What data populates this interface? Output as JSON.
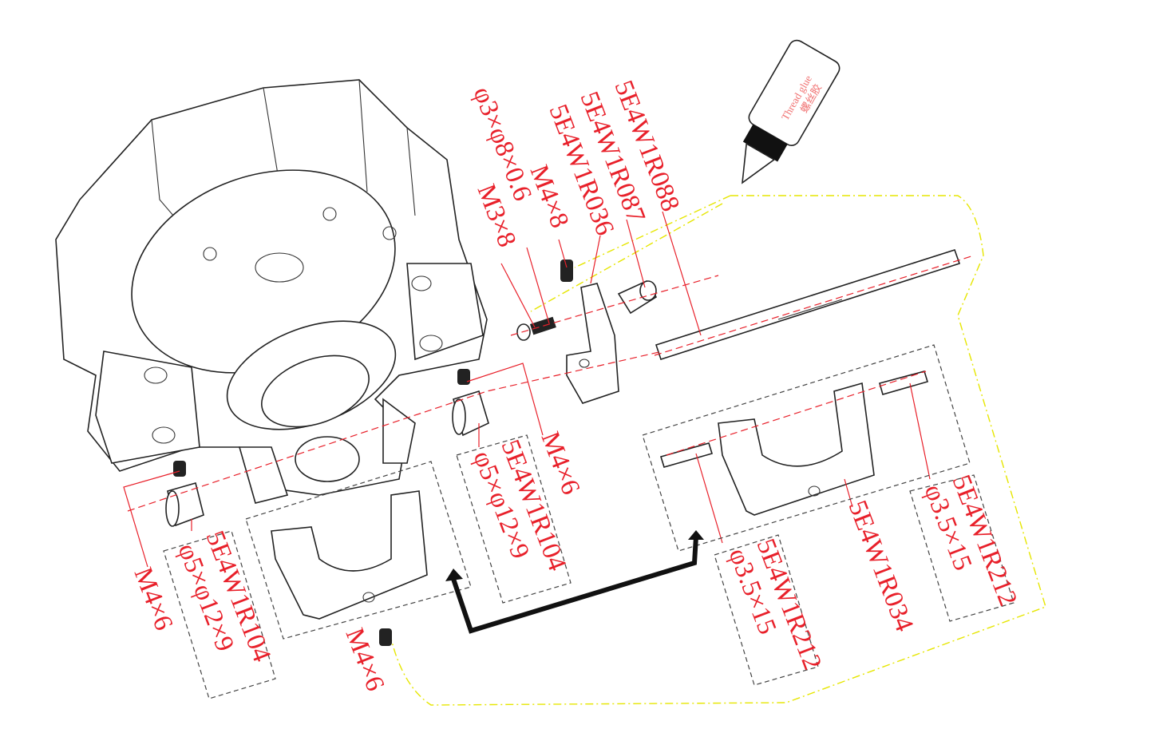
{
  "glue_bottle": {
    "label_en": "Thread glue",
    "label_cn": "螺丝胶"
  },
  "labels": {
    "shaft": "5E4W1R088",
    "bushing_small": "5E4W1R087",
    "bracket": "5E4W1R036",
    "screw_m4x8": "M4×8",
    "washer": "φ3×φ8×0.6",
    "screw_m3x8": "M3×8",
    "set_screw_mid": "M4×6",
    "collar_mid_part": "5E4W1R104",
    "collar_mid_size": "φ5×φ12×9",
    "collar_left_part": "5E4W1R104",
    "collar_left_size": "φ5×φ12×9",
    "set_screw_left": "M4×6",
    "set_screw_bottom": "M4×6",
    "yoke": "5E4W1R034",
    "pin_right_part": "5E4W1R212",
    "pin_right_size": "φ3.5×15",
    "pin_bottom_part": "5E4W1R212",
    "pin_bottom_size": "φ3.5×15"
  },
  "colors": {
    "label": "#e8202a",
    "glue_path": "#e6e600",
    "outline": "#222222"
  }
}
